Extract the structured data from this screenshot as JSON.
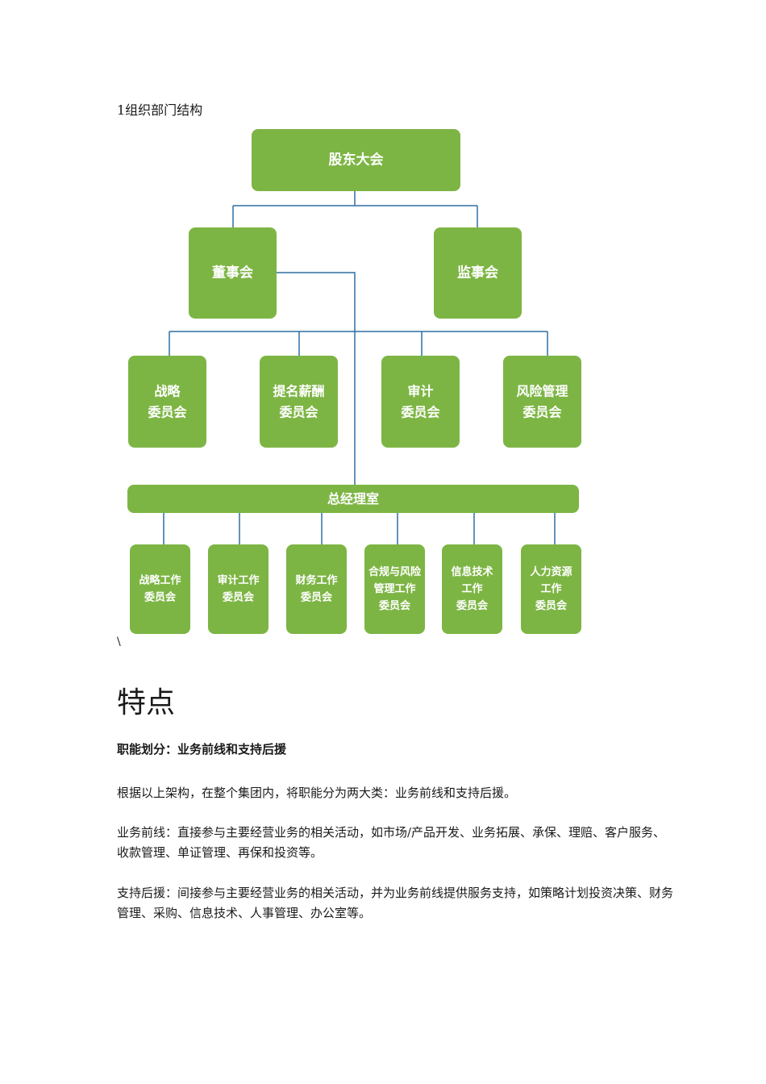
{
  "section_title": "1组织部门结构",
  "org": {
    "shareholders": "股东大会",
    "board": "董事会",
    "supervisors": "监事会",
    "committees": [
      [
        "战略",
        "委员会"
      ],
      [
        "提名薪酬",
        "委员会"
      ],
      [
        "审计",
        "委员会"
      ],
      [
        "风险管理",
        "委员会"
      ]
    ],
    "gm_office": "总经理室",
    "sub_committees": [
      [
        "战略工作",
        "委员会"
      ],
      [
        "审计工作",
        "委员会"
      ],
      [
        "财务工作",
        "委员会"
      ],
      [
        "合规与风险",
        "管理工作",
        "委员会"
      ],
      [
        "信息技术",
        "工作",
        "委员会"
      ],
      [
        "人力资源",
        "工作",
        "委员会"
      ]
    ],
    "colors": {
      "box": "#7db544",
      "line": "#2f6ea4",
      "text": "#ffffff"
    }
  },
  "stray_char": "\\",
  "heading": "特点",
  "subheading": "职能划分：业务前线和支持后援",
  "paragraphs": [
    "根据以上架构，在整个集团内，将职能分为两大类：业务前线和支持后援。",
    "业务前线：直接参与主要经营业务的相关活动，如市场/产品开发、业务拓展、承保、理赔、客户服务、收款管理、单证管理、再保和投资等。",
    "支持后援：间接参与主要经营业务的相关活动，并为业务前线提供服务支持，如策略计划投资决策、财务管理、采购、信息技术、人事管理、办公室等。"
  ]
}
